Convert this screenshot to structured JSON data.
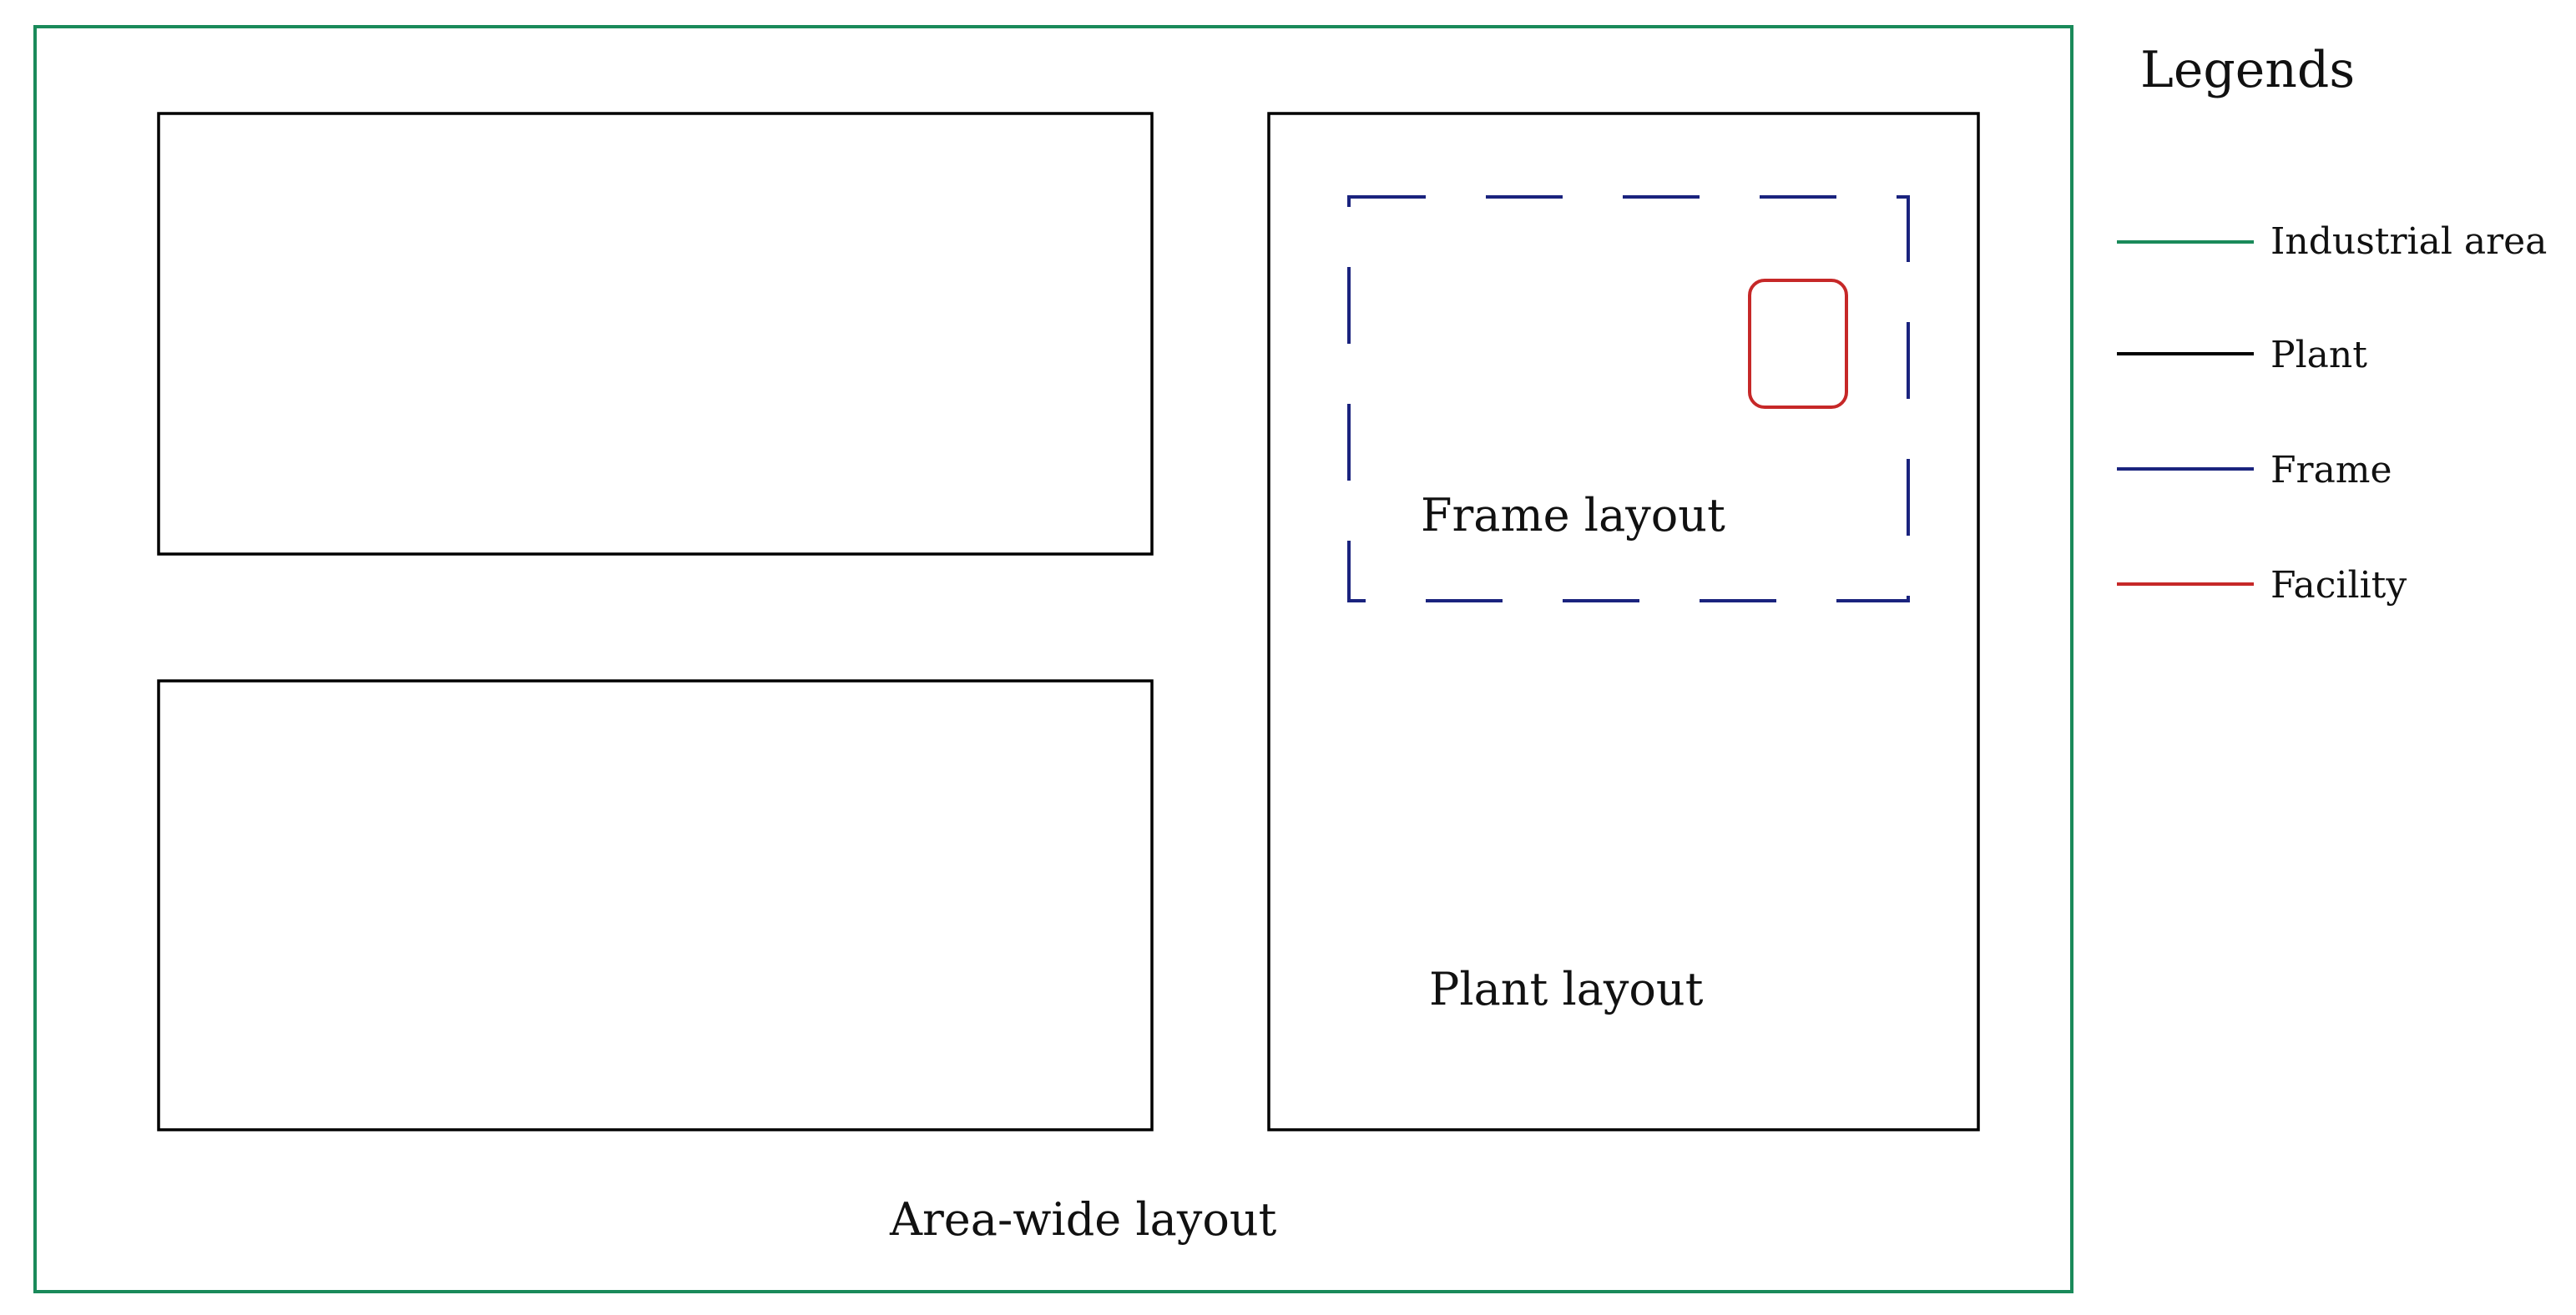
{
  "labels": {
    "area": "Area-wide layout",
    "plant": "Plant layout",
    "frame": "Frame layout"
  },
  "legend": {
    "title": "Legends",
    "items": [
      {
        "label": "Industrial area",
        "color": "#1a8a5a",
        "style": "solid"
      },
      {
        "label": "Plant",
        "color": "#000000",
        "style": "solid"
      },
      {
        "label": "Frame",
        "color": "#1a237e",
        "style": "solid"
      },
      {
        "label": "Facility",
        "color": "#c62828",
        "style": "solid"
      }
    ]
  },
  "colors": {
    "industrial_area": "#1a8a5a",
    "plant": "#000000",
    "frame": "#1a237e",
    "facility": "#c62828"
  }
}
